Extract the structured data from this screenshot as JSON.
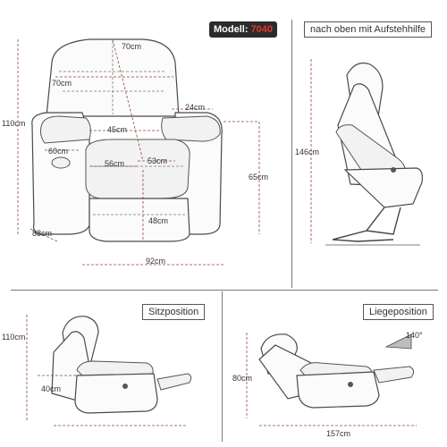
{
  "model": {
    "prefix": "Modell:",
    "number": "7040"
  },
  "front_view": {
    "dims": {
      "height_total": "110cm",
      "back_height": "70cm",
      "back_width": "70cm",
      "arm_width": "24cm",
      "seat_depth_inner": "45cm",
      "pocket": "60cm",
      "seat_width": "56cm",
      "seat_width2": "53cm",
      "arm_height": "65cm",
      "seat_height": "48cm",
      "depth": "88cm",
      "width_total": "92cm"
    }
  },
  "lift_view": {
    "label": "nach oben mit Aufstehhilfe",
    "height": "146cm"
  },
  "sitting_view": {
    "label": "Sitzposition",
    "height": "110cm",
    "gap": "40cm"
  },
  "lying_view": {
    "label": "Liegeposition",
    "height": "80cm",
    "length": "157cm",
    "angle": "140°"
  }
}
